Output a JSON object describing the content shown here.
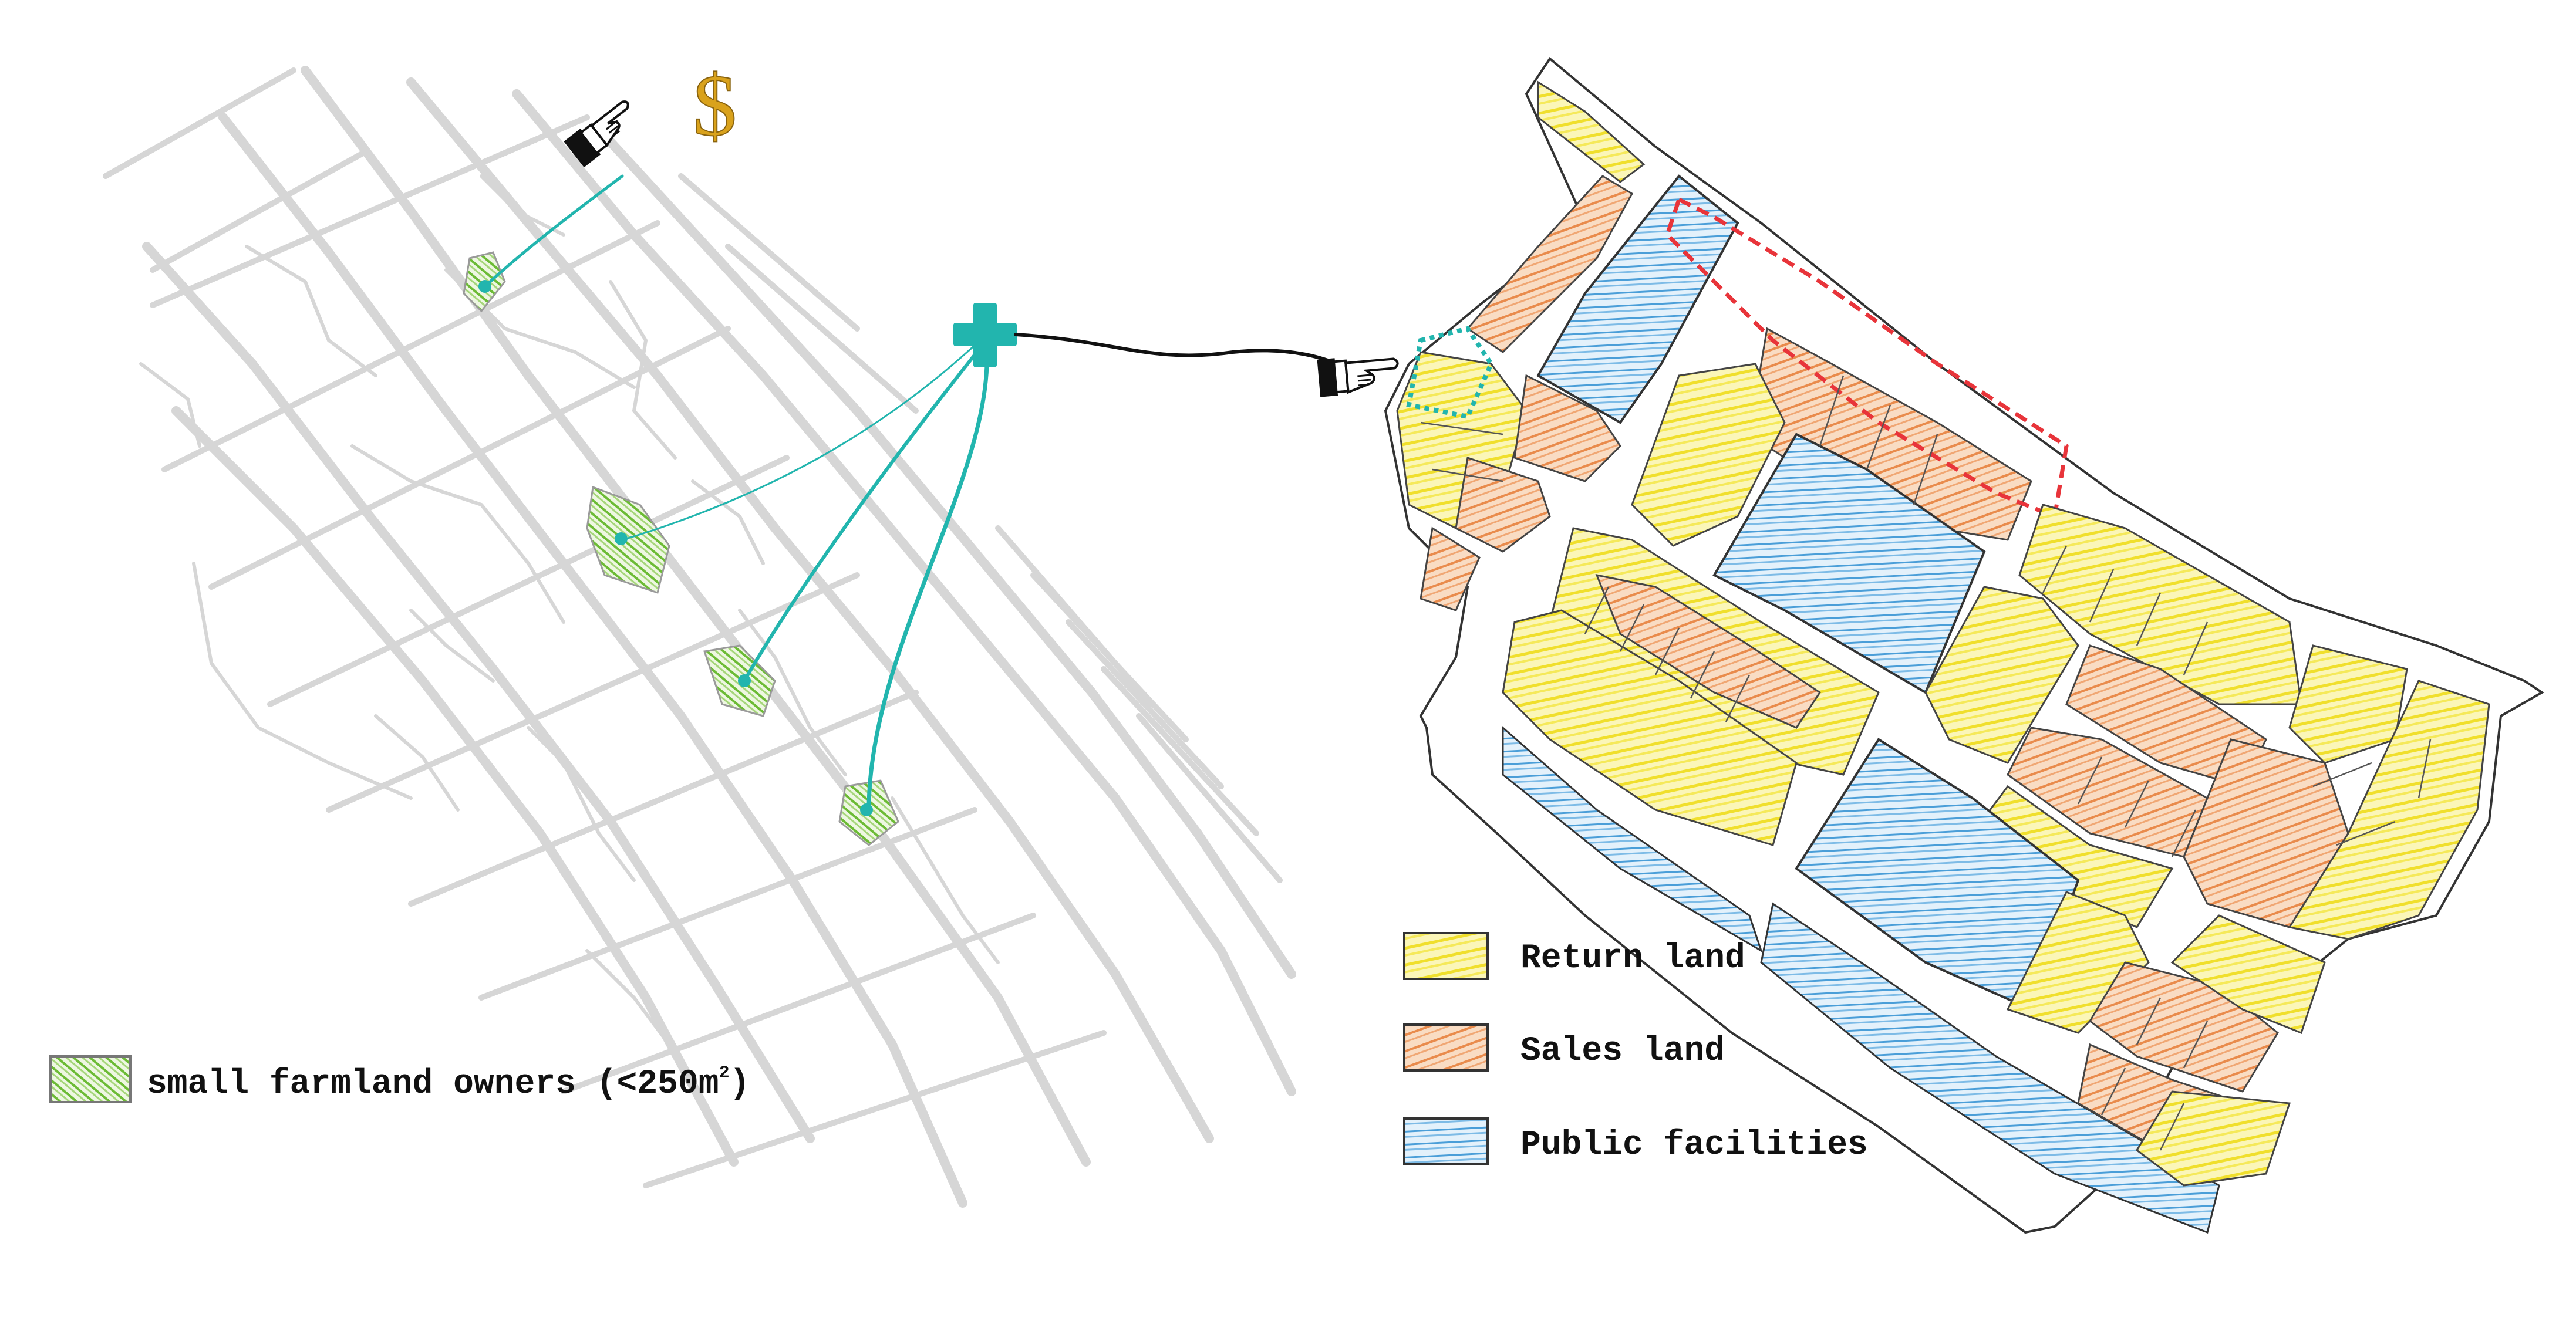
{
  "colors": {
    "background": "#ffffff",
    "road_gray": "#d6d6d6",
    "teal": "#22b5ae",
    "return_land": "#f2e64a",
    "sales_land": "#eaa06a",
    "public_facilities": "#5aa8dc",
    "dashed_outline": "#e8343a",
    "farmland_green": "#7cc142",
    "dollar_gold": "#d9a21c",
    "outline": "#222222"
  },
  "icons": {
    "pointing_hand_left": "pointing-hand-icon",
    "pointing_hand_right": "pointing-hand-icon",
    "plus_node": "plus-icon",
    "dollar": "dollar-icon"
  },
  "dollar_symbol": "$",
  "left_legend": {
    "label": "small farmland owners (<250m",
    "superscript": "2",
    "suffix": ")"
  },
  "right_legend": {
    "items": [
      {
        "label": "Return land",
        "color": "#f2e64a"
      },
      {
        "label": "Sales land",
        "color": "#eaa06a"
      },
      {
        "label": "Public facilities",
        "color": "#5aa8dc"
      }
    ]
  }
}
